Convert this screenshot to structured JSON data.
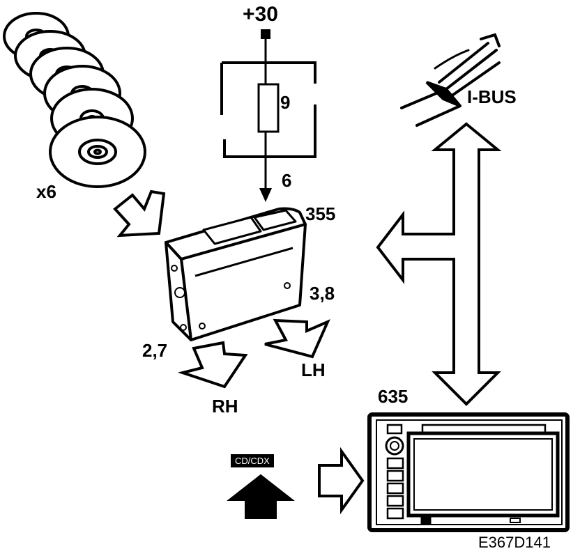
{
  "labels": {
    "supply": "+30",
    "fuse": "9",
    "pin6": "6",
    "disc_count": "x6",
    "changer_ref": "355",
    "left_pins": "3,8",
    "right_pins": "2,7",
    "left_channel": "LH",
    "right_channel": "RH",
    "bus": "I-BUS",
    "head_unit_ref": "635",
    "cd_mode": "CD/CDX",
    "figure_id": "E367D141"
  }
}
